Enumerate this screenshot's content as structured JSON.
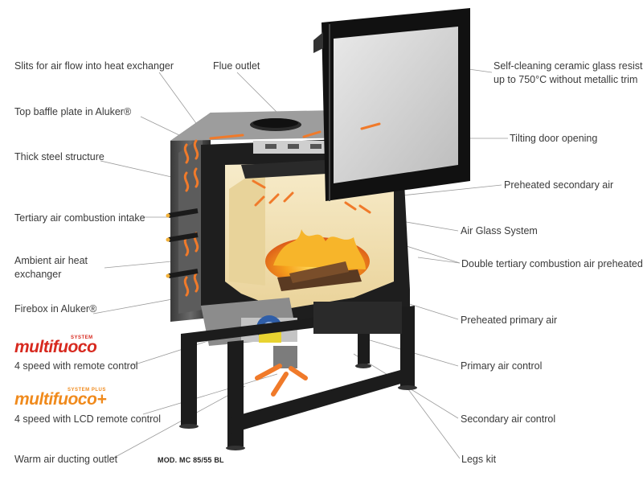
{
  "labels": {
    "slits": "Slits for air flow into heat exchanger",
    "flue": "Flue outlet",
    "glass": "Self-cleaning ceramic glass resista",
    "glass_line2": "up to 750°C without metallic trim",
    "baffle": "Top baffle plate in Aluker®",
    "tilting": "Tilting door opening",
    "steel": "Thick steel structure",
    "secondary_air": "Preheated secondary air",
    "tertiary_intake": "Tertiary air combustion intake",
    "air_glass": "Air Glass System",
    "ambient_1": "Ambient air heat",
    "ambient_2": "exchanger",
    "double_tertiary": "Double tertiary combustion air preheated",
    "firebox": "Firebox in Aluker®",
    "primary_preheated": "Preheated primary air",
    "speed4_remote": "4 speed with remote control",
    "primary_control": "Primary air control",
    "speed4_lcd": "4 speed with LCD remote control",
    "secondary_control": "Secondary air control",
    "warm_air": "Warm air ducting outlet",
    "legs": "Legs kit",
    "model": "MOD. MC 85/55 BL"
  },
  "brands": {
    "logo1": "multifuoco",
    "logo1_sub": "SYSTEM",
    "logo2": "multifuoco+",
    "logo2_sub": "SYSTEM PLUS"
  },
  "colors": {
    "brand_red": "#d7291f",
    "brand_orange": "#f08a1c",
    "label_text": "#3a3a3a",
    "leader_line": "#9a9a9a",
    "steel_dark": "#1e1e1e",
    "firebox_cream": "#f4e3b4",
    "flow_orange": "#f07a2a"
  }
}
